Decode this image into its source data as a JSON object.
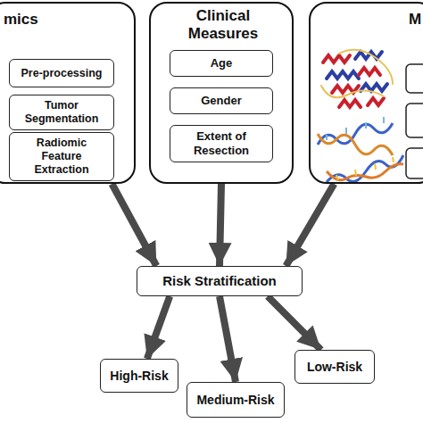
{
  "diagram": {
    "nodes": [
      {
        "text": [
          "mics"
        ]
      },
      {
        "text": [
          "Pre-processing"
        ],
        "in": 0
      },
      {
        "text": [
          "Tumor Segmentation"
        ],
        "in": 0
      },
      {
        "text": [
          "Radiomic Feature Extraction"
        ],
        "in": 0
      },
      {
        "text": [
          "Clinical Measures"
        ]
      },
      {
        "text": [
          "Age"
        ],
        "in": 4
      },
      {
        "text": [
          "Gender"
        ],
        "in": 4
      },
      {
        "text": [
          "Extent of Resection"
        ],
        "in": 4
      },
      {
        "text": [
          "M"
        ]
      },
      {
        "text": [
          "Risk Stratification"
        ]
      },
      {
        "text": [
          "High-Risk"
        ]
      },
      {
        "text": [
          "Medium-Risk"
        ]
      },
      {
        "text": [
          "Low-Risk"
        ]
      }
    ],
    "edges": [
      {
        "from": 0,
        "to": 9,
        "arrow": "to"
      },
      {
        "from": 4,
        "to": 9,
        "arrow": "to"
      },
      {
        "from": 8,
        "to": 9,
        "arrow": "to"
      },
      {
        "from": 9,
        "to": 10,
        "arrow": "to"
      },
      {
        "from": 9,
        "to": 11,
        "arrow": "to"
      },
      {
        "from": 9,
        "to": 12,
        "arrow": "to"
      }
    ]
  }
}
